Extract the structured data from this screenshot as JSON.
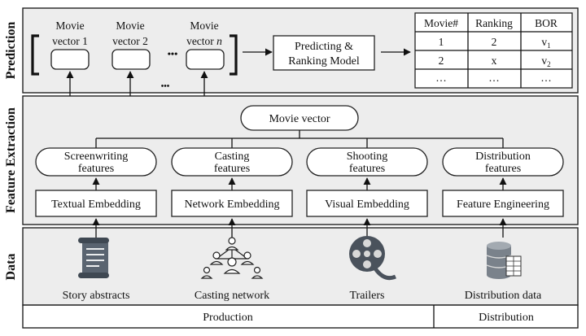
{
  "layers": {
    "prediction": "Prediction",
    "feature_extraction": "Feature Extraction",
    "data": "Data"
  },
  "prediction": {
    "vectors": [
      {
        "line1": "Movie",
        "line2": "vector 1"
      },
      {
        "line1": "Movie",
        "line2": "vector 2"
      },
      {
        "line1": "Movie",
        "line2": "vector ",
        "italic": "n"
      }
    ],
    "ellipsis": "•••",
    "small_ellipsis": "•••",
    "model": {
      "line1": "Predicting &",
      "line2": "Ranking Model"
    },
    "table": {
      "headers": [
        "Movie#",
        "Ranking",
        "BOR"
      ],
      "rows": [
        {
          "movie": "1",
          "ranking": "2",
          "bor": "v",
          "bor_sub": "1"
        },
        {
          "movie": "2",
          "ranking": "x",
          "bor": "v",
          "bor_sub": "2"
        },
        {
          "movie": "…",
          "ranking": "…",
          "bor": "…",
          "bor_sub": ""
        }
      ]
    }
  },
  "feature_extraction": {
    "movie_vector": "Movie vector",
    "features": [
      {
        "line1": "Screenwriting",
        "line2": "features"
      },
      {
        "line1": "Casting",
        "line2": "features"
      },
      {
        "line1": "Shooting",
        "line2": "features"
      },
      {
        "line1": "Distribution",
        "line2": "features"
      }
    ],
    "methods": [
      "Textual Embedding",
      "Network Embedding",
      "Visual Embedding",
      "Feature Engineering"
    ]
  },
  "data": {
    "sources": [
      {
        "label": "Story abstracts",
        "icon": "scroll-icon"
      },
      {
        "label": "Casting network",
        "icon": "network-icon"
      },
      {
        "label": "Trailers",
        "icon": "film-reel-icon"
      },
      {
        "label": "Distribution data",
        "icon": "database-icon"
      }
    ],
    "footer": [
      "Production",
      "Distribution"
    ]
  }
}
